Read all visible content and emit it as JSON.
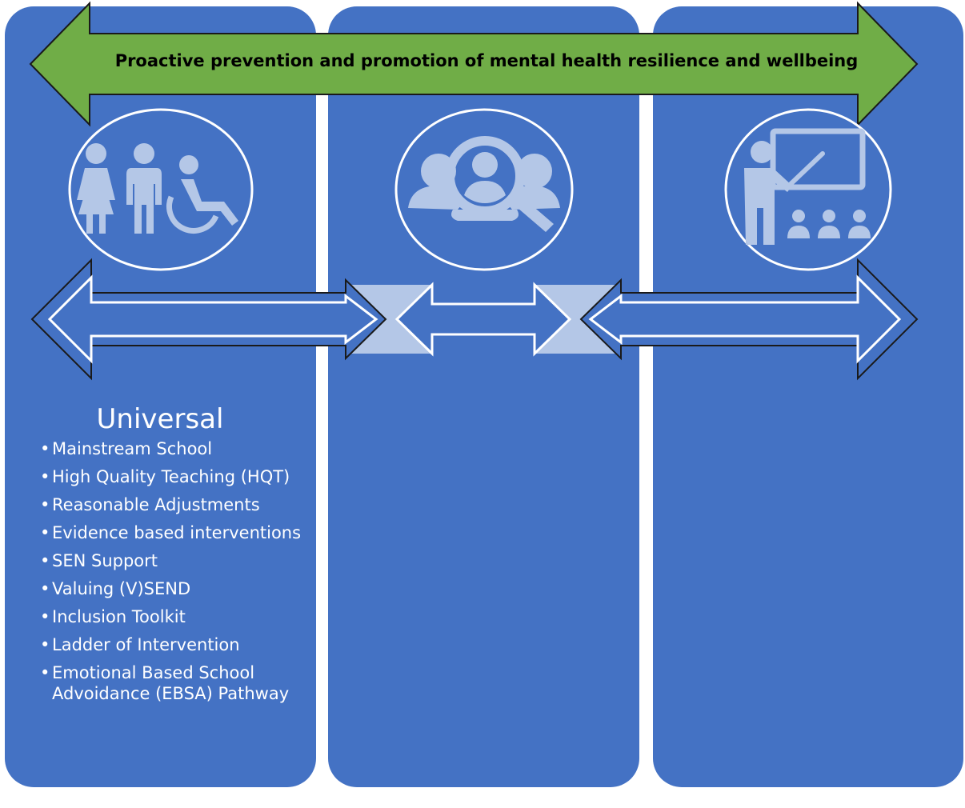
{
  "banner": {
    "text": "Proactive prevention and promotion of mental health resilience and wellbeing",
    "color": "#70ad47"
  },
  "colors": {
    "panel": "#4472c4",
    "icon": "#b4c7e7",
    "outline": "#ffffff",
    "arrow_fill": "#b4c7e7"
  },
  "icons": {
    "left": "people-accessibility-icon",
    "center": "group-search-icon",
    "right": "teacher-classroom-icon"
  },
  "tiers": [
    {
      "title": "Universal",
      "items": [
        "Mainstream School",
        "High Quality Teaching (HQT)",
        "Reasonable Adjustments",
        "Evidence based interventions",
        "SEN Support",
        "Valuing (V)SEND",
        "Inclusion Toolkit",
        "Ladder of Intervention",
        "Emotional Based School Advoidance (EBSA) Pathway"
      ]
    },
    {
      "title": "",
      "items": []
    },
    {
      "title": "",
      "items": []
    }
  ]
}
